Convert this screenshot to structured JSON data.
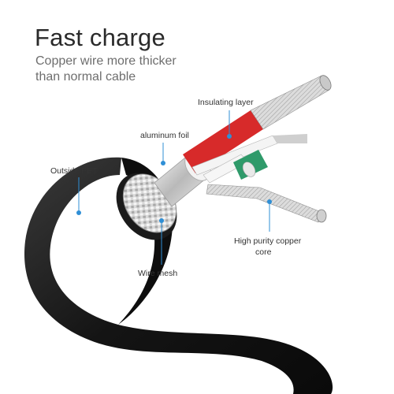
{
  "header": {
    "title": "Fast charge",
    "subtitle_line1": "Copper wire more thicker",
    "subtitle_line2": "than normal cable"
  },
  "callouts": {
    "insulating_layer": "Insulating layer",
    "aluminum_foil": "aluminum foil",
    "outside_pet": "Outside PET",
    "high_purity_line1": "High purity copper",
    "high_purity_line2": "core",
    "wire_mesh": "Wire mesh"
  },
  "colors": {
    "background": "#ffffff",
    "cable_jacket": "#1a1a1a",
    "insulation_red": "#d72a2a",
    "insulation_green": "#2f9a6a",
    "callout_blue": "#2f8fd6"
  }
}
